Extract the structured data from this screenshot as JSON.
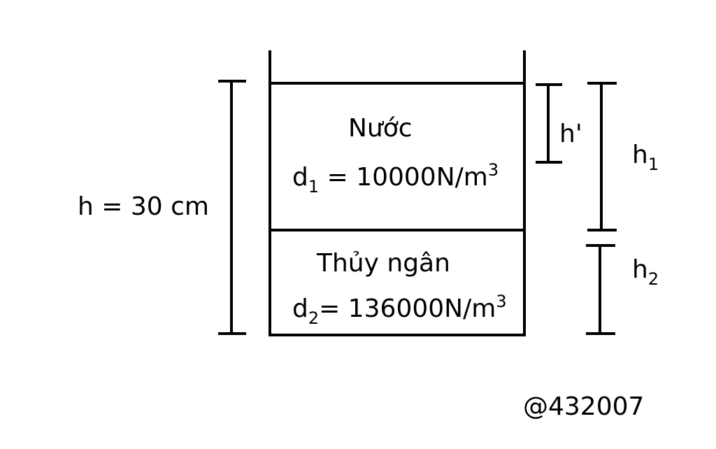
{
  "labels": {
    "total_height": "h = 30 cm",
    "water_name": "Nước",
    "water_density_symbol": "d",
    "water_density_sub": "1",
    "water_density_value": " = 10000N/m",
    "water_density_sup": "3",
    "mercury_name": "Thủy ngân",
    "mercury_density_symbol": "d",
    "mercury_density_sub": "2",
    "mercury_density_value": "= 136000N/m",
    "mercury_density_sup": "3",
    "h_prime": "h'",
    "h1_symbol": "h",
    "h1_sub": "1",
    "h2_symbol": "h",
    "h2_sub": "2",
    "watermark": "@432007"
  }
}
